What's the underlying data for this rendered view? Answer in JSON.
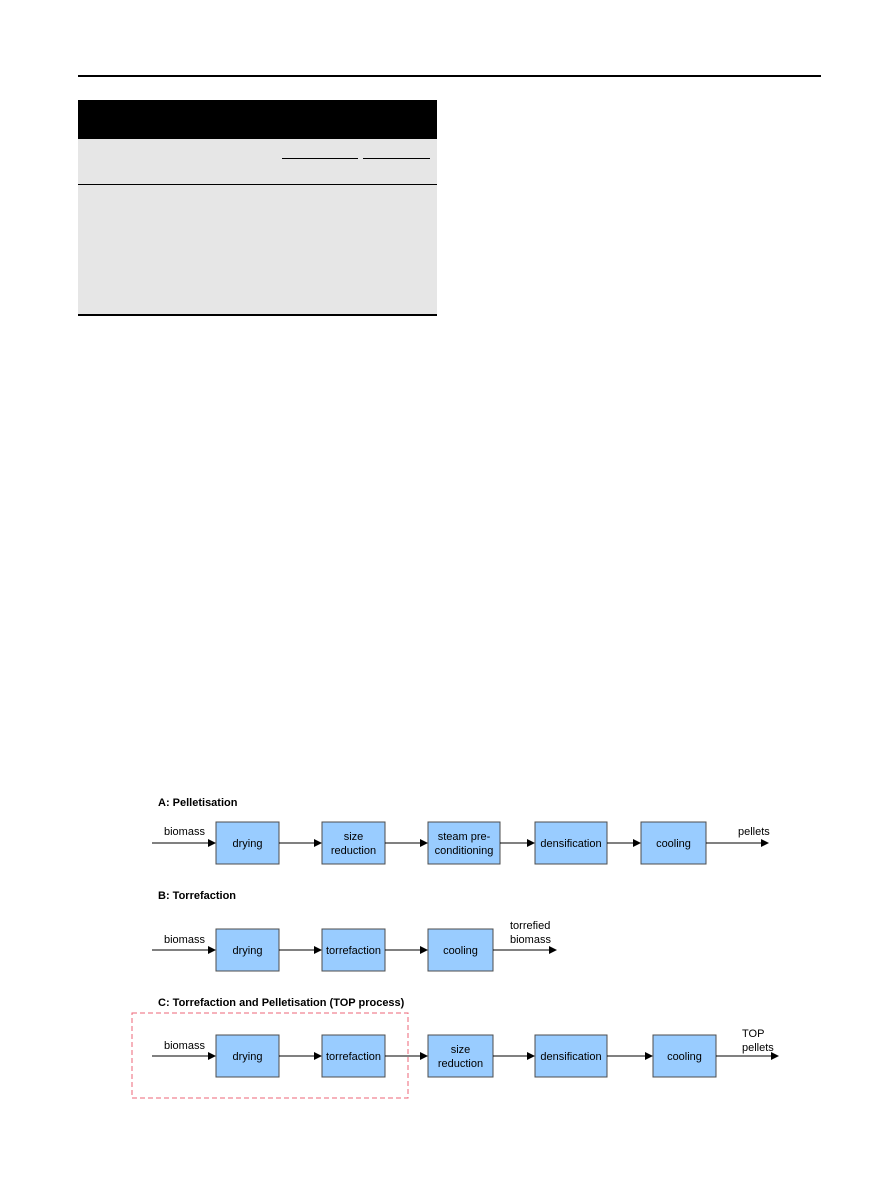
{
  "diagram": {
    "sections": [
      {
        "title": "A: Pelletisation",
        "input": "biomass",
        "boxes": [
          {
            "lines": [
              "drying"
            ]
          },
          {
            "lines": [
              "size",
              "reduction"
            ]
          },
          {
            "lines": [
              "steam pre-",
              "conditioning"
            ]
          },
          {
            "lines": [
              "densification"
            ]
          },
          {
            "lines": [
              "cooling"
            ]
          }
        ],
        "output": [
          "pellets"
        ]
      },
      {
        "title": "B: Torrefaction",
        "input": "biomass",
        "boxes": [
          {
            "lines": [
              "drying"
            ]
          },
          {
            "lines": [
              "torrefaction"
            ]
          },
          {
            "lines": [
              "cooling"
            ]
          }
        ],
        "output": [
          "torrefied",
          "biomass"
        ]
      },
      {
        "title": "C: Torrefaction and Pelletisation (TOP process)",
        "input": "biomass",
        "boxes": [
          {
            "lines": [
              "drying"
            ]
          },
          {
            "lines": [
              "torrefaction"
            ]
          },
          {
            "lines": [
              "size",
              "reduction"
            ]
          },
          {
            "lines": [
              "densification"
            ]
          },
          {
            "lines": [
              "cooling"
            ]
          }
        ],
        "output": [
          "TOP",
          "pellets"
        ]
      }
    ],
    "colors": {
      "box_fill": "#99ccff",
      "box_stroke": "#4d4d4d",
      "highlight": "#ee6677"
    }
  }
}
